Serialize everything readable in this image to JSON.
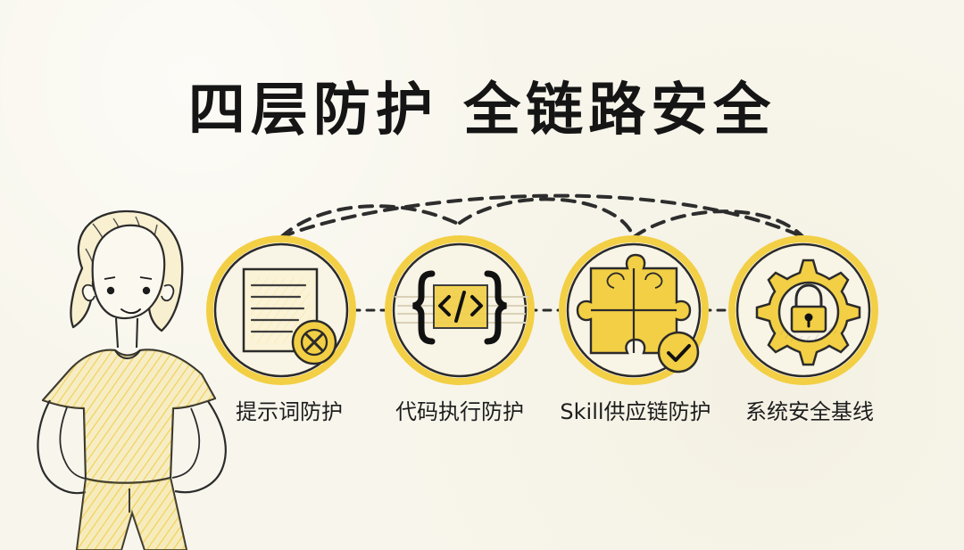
{
  "title": "四层防护 全链路安全",
  "stages": [
    {
      "label": "提示词防护",
      "icon": "prompt-document-blocked-icon"
    },
    {
      "label": "代码执行防护",
      "icon": "code-brackets-icon"
    },
    {
      "label": "Skill供应链防护",
      "icon": "puzzle-check-icon"
    },
    {
      "label": "系统安全基线",
      "icon": "gear-lock-icon"
    }
  ],
  "character": {
    "name": "girl-character"
  },
  "colors": {
    "accent": "#f2cf45",
    "ink": "#1c1c1c",
    "background": "#f8f6ec"
  }
}
